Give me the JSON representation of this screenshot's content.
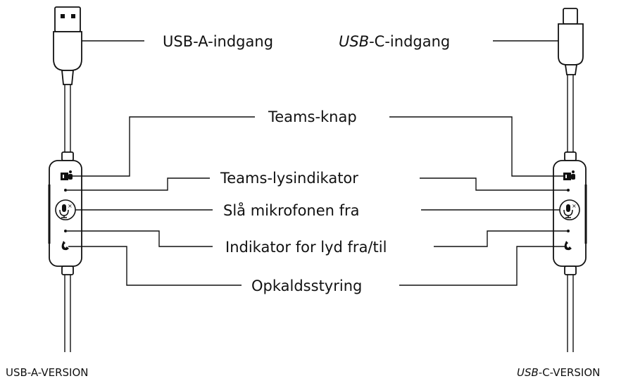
{
  "labels": {
    "usb_a_input": "USB-A-indgang",
    "usb_c_input_prefix": "USB",
    "usb_c_input_suffix": "-C-indgang",
    "teams_button": "Teams-knap",
    "teams_light": "Teams-lysindikator",
    "mute_mic": "Slå mikrofonen fra",
    "audio_indicator": "Indikator for lyd fra/til",
    "call_control": "Opkaldsstyring"
  },
  "versions": {
    "usb_a": "USB-A-VERSION",
    "usb_c_prefix": "USB",
    "usb_c_suffix": "-C-VERSION"
  },
  "icons": {
    "teams": "teams-icon",
    "mic_mute": "mic-mute-icon",
    "phone": "phone-icon",
    "led": "led-indicator"
  }
}
